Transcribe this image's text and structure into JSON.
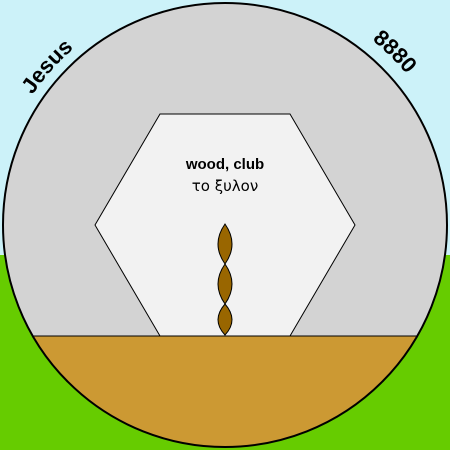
{
  "emblem": {
    "left_label": "Jesus",
    "right_label": "8880",
    "title": "wood, club",
    "subtitle": "το ξυλον"
  },
  "colors": {
    "sky": "#ccf2f9",
    "grass": "#66cc00",
    "disc": "#d3d3d3",
    "ground": "#cc9933",
    "hexagon": "#f2f2f2",
    "wood": "#996600",
    "outline": "#000000"
  },
  "icons": {
    "wooden_staff": "wooden-staff-icon"
  }
}
